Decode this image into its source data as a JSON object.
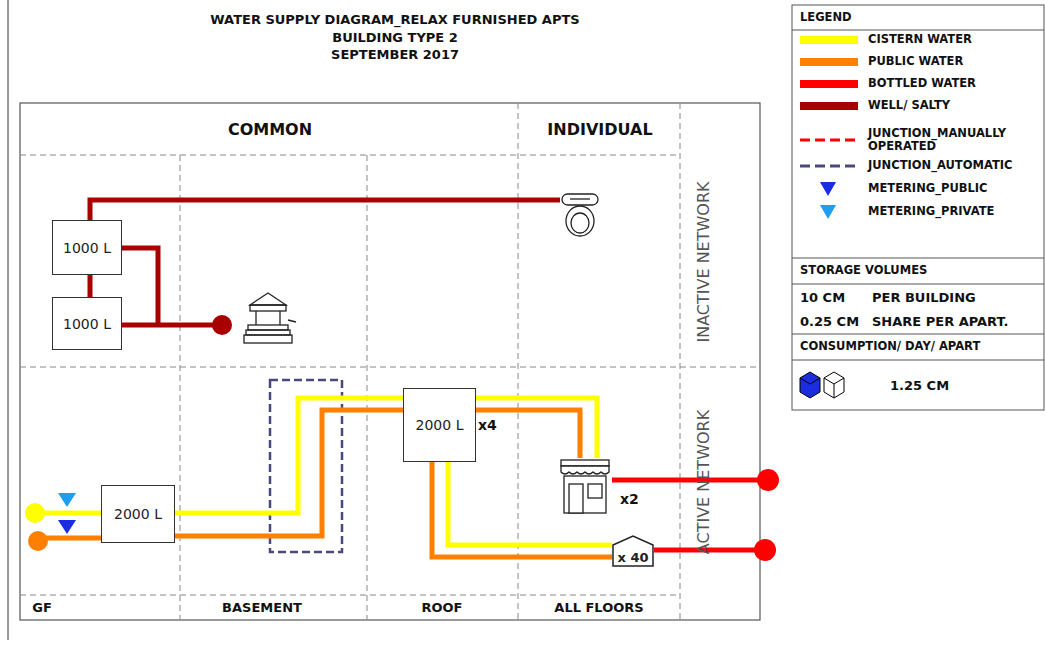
{
  "diagram": {
    "title": "WATER SUPPLY DIAGRAM_RELAX FURNISHED APTS",
    "nodes": [
      {
        "text": [
          "1000 L"
        ]
      },
      {
        "text": [
          "1000 L"
        ]
      },
      {
        "text": [
          "2000 L"
        ]
      },
      {
        "text": [
          "2000 L",
          "x4"
        ]
      },
      {
        "text": [
          "x2"
        ]
      },
      {
        "text": [
          "x 40"
        ]
      }
    ],
    "edges": [
      {
        "from": 0,
        "to": 1,
        "arrow": "none"
      },
      {
        "from": 2,
        "to": 3,
        "arrow": "none"
      },
      {
        "from": 2,
        "to": 3,
        "arrow": "none"
      },
      {
        "from": 3,
        "to": 4,
        "arrow": "none"
      },
      {
        "from": 3,
        "to": 4,
        "arrow": "none"
      },
      {
        "from": 3,
        "to": 5,
        "arrow": "none"
      },
      {
        "from": 3,
        "to": 5,
        "arrow": "none"
      }
    ],
    "labels": [
      "BUILDING TYPE 2",
      "SEPTEMBER 2017",
      "COMMON",
      "INDIVIDUAL",
      "INACTIVE NETWORK",
      "ACTIVE NETWORK",
      "GF",
      "BASEMENT",
      "ROOF",
      "ALL FLOORS",
      "LEGEND",
      "STORAGE VOLUMES",
      "10 CM",
      "PER BUILDING",
      "0.25 CM",
      "SHARE PER APART.",
      "CONSUMPTION/ DAY/ APART",
      "1.25 CM"
    ],
    "legend": [
      {
        "text": "CISTERN WATER",
        "color": "#ffff00"
      },
      {
        "text": "PUBLIC WATER",
        "color": "#ff8000"
      },
      {
        "text": "BOTTLED WATER",
        "color": "#ff0000"
      },
      {
        "text": "WELL/ SALTY",
        "color": "#a80000"
      },
      {
        "text": "JUNCTION_MANUALLY OPERATED"
      },
      {
        "text": "JUNCTION_AUTOMATIC"
      },
      {
        "text": "METERING_PUBLIC"
      },
      {
        "text": "METERING_PRIVATE"
      }
    ]
  }
}
